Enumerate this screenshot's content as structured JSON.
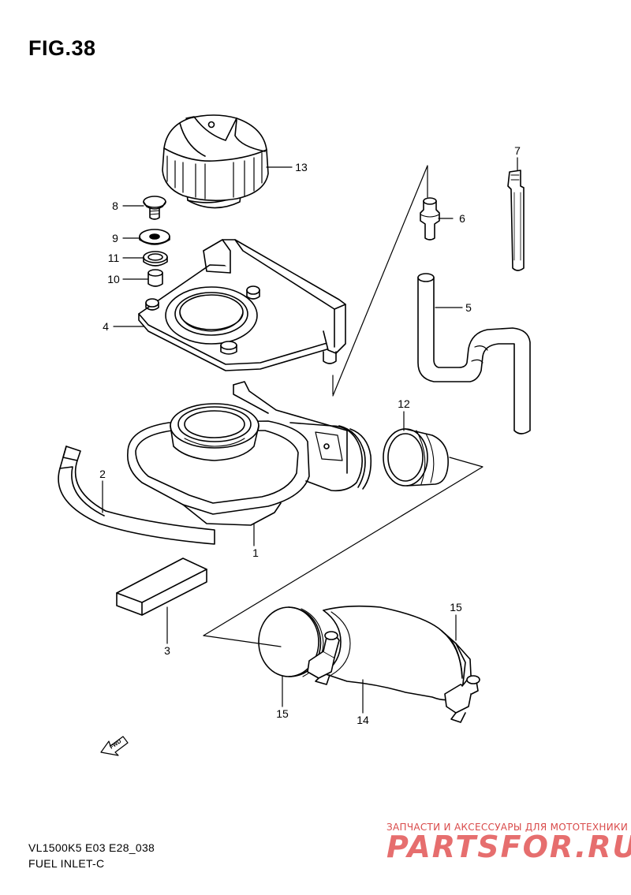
{
  "figure": {
    "title": "FIG.38",
    "model_code": "VL1500K5 E03 E28_038",
    "caption": "FUEL INLET-C"
  },
  "callouts": [
    "1",
    "2",
    "3",
    "4",
    "5",
    "6",
    "7",
    "8",
    "9",
    "10",
    "11",
    "12",
    "13",
    "14",
    "15",
    "15"
  ],
  "fwd_label": "FWD",
  "watermark": {
    "tagline": "ЗАПЧАСТИ И АКСЕССУАРЫ ДЛЯ МОТОТЕХНИКИ",
    "brand": "PARTSFOR.RU",
    "color": "#e25555"
  }
}
